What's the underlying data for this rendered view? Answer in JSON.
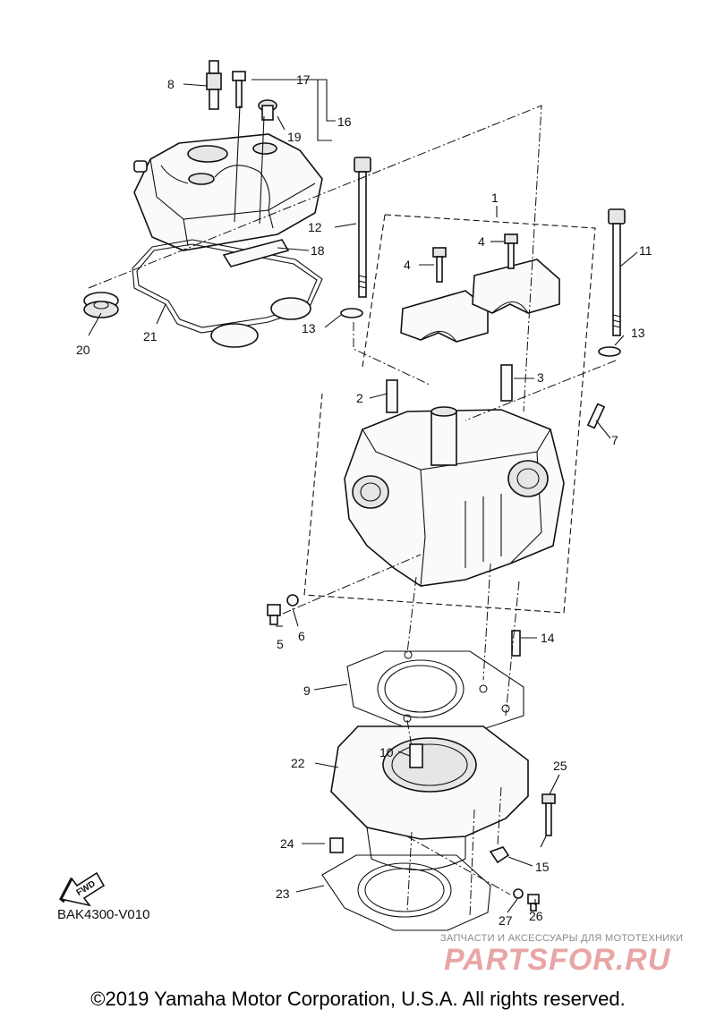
{
  "diagram": {
    "code": "BAK4300-V010",
    "direction_label": "FWD",
    "copyright": "©2019 Yamaha Motor Corporation, U.S.A. All rights reserved.",
    "watermark": {
      "tagline": "ЗАПЧАСТИ И АКСЕССУАРЫ ДЛЯ МОТОТЕХНИКИ",
      "logo": "PARTSFOR.RU"
    },
    "callouts": [
      "1",
      "2",
      "3",
      "4",
      "4",
      "5",
      "6",
      "7",
      "8",
      "9",
      "10",
      "11",
      "12",
      "13",
      "13",
      "14",
      "15",
      "16",
      "17",
      "18",
      "19",
      "20",
      "21",
      "22",
      "23",
      "24",
      "25",
      "26",
      "27"
    ]
  }
}
